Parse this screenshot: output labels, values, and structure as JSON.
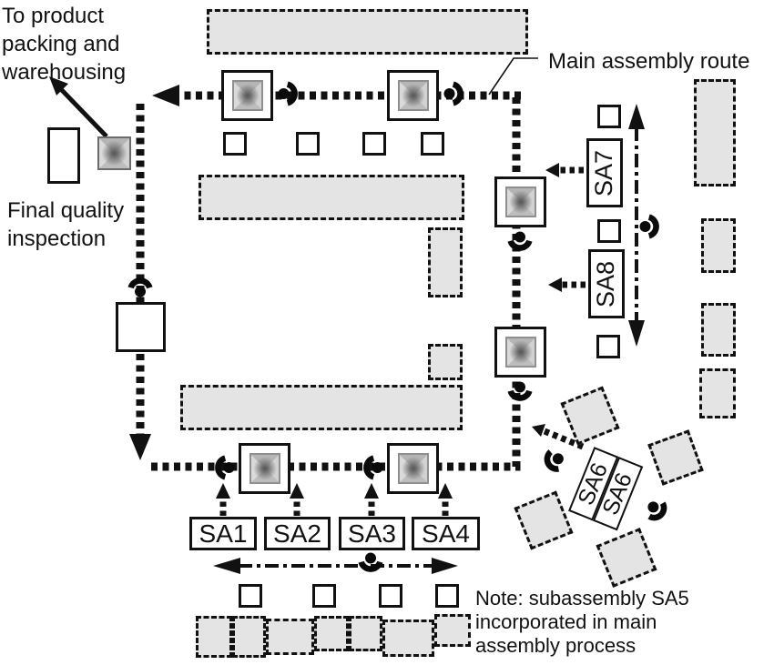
{
  "colors": {
    "line": "#111111",
    "bay_fill": "#e4e4e4",
    "paper": "#ffffff"
  },
  "annotations": {
    "to_packing": {
      "lines": [
        "To product",
        "packing and",
        "warehousing"
      ]
    },
    "final_inspection": {
      "lines": [
        "Final quality",
        "inspection"
      ]
    },
    "main_route_label": "Main assembly route",
    "note": {
      "lines": [
        "Note: subassembly SA5",
        "incorporated in main",
        "assembly process"
      ]
    }
  },
  "stations": {
    "sa1": "SA1",
    "sa2": "SA2",
    "sa3": "SA3",
    "sa4": "SA4",
    "sa6_a": "SA6",
    "sa6_b": "SA6",
    "sa7": "SA7",
    "sa8": "SA8"
  },
  "icons": [
    "operator-icon",
    "workstation-machine-icon",
    "route-arrow-icon"
  ]
}
